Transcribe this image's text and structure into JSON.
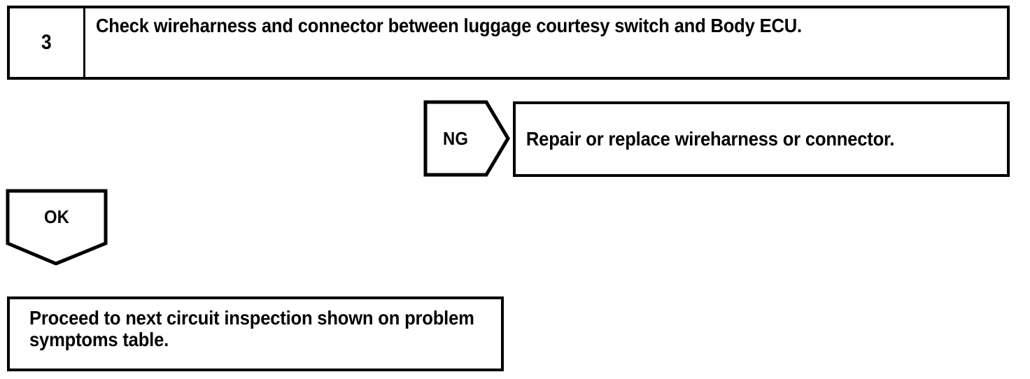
{
  "diagram": {
    "type": "troubleshooting-flowchart",
    "colors": {
      "line": "#000000",
      "background": "#ffffff",
      "text": "#000000"
    },
    "step": {
      "number": "3",
      "instruction": "Check wireharness and connector between luggage courtesy switch and Body ECU."
    },
    "branches": {
      "ng": {
        "label": "NG",
        "direction": "right",
        "result": "Repair or replace wireharness or connector."
      },
      "ok": {
        "label": "OK",
        "direction": "down",
        "result": "Proceed to next circuit inspection shown on problem symptoms table."
      }
    }
  }
}
